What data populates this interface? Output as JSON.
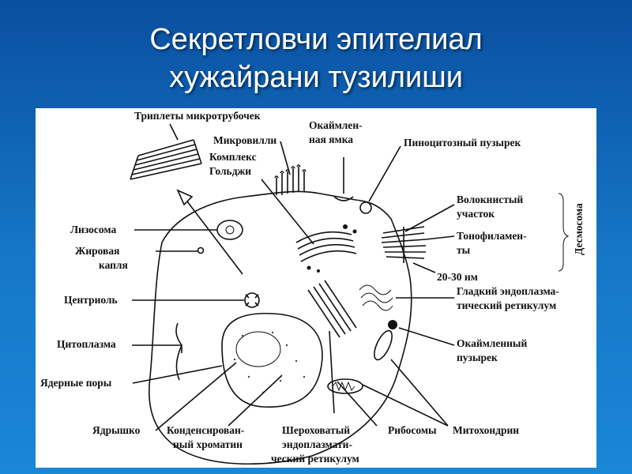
{
  "title": {
    "line1": "Секретловчи эпителиал",
    "line2": "хужайрани тузилиши"
  },
  "labels": {
    "triplets": "Триплеты микротрубочек",
    "microvilli": "Микровилли",
    "golgi1": "Комплекс",
    "golgi2": "Гольджи",
    "coated_pit1": "Окаймлен-",
    "coated_pit2": "ная ямка",
    "pinocytic": "Пиноцитозный пузырек",
    "fibrous1": "Волокнистый",
    "fibrous2": "участок",
    "desmosome": "Десмосома",
    "tonofil1": "Тонофиламен-",
    "tonofil2": "ты",
    "gap": "20-30 нм",
    "smooth_er1": "Гладкий эндоплазма-",
    "smooth_er2": "тический ретикулум",
    "lysosome": "Лизосома",
    "lipid1": "Жировая",
    "lipid2": "капля",
    "centriole": "Центриоль",
    "cytoplasm": "Цитоплазма",
    "nuclear_pores": "Ядерные поры",
    "nucleolus": "Ядрышко",
    "chromatin1": "Конденсирован-",
    "chromatin2": "ный хроматин",
    "rough_er1": "Шероховатый",
    "rough_er2": "эндоплазмати-",
    "rough_er3": "ческий ретикулум",
    "ribosomes": "Рибосомы",
    "mitochondria": "Митохондрии",
    "coated_vesicle1": "Окаймленный",
    "coated_vesicle2": "пузырек"
  }
}
